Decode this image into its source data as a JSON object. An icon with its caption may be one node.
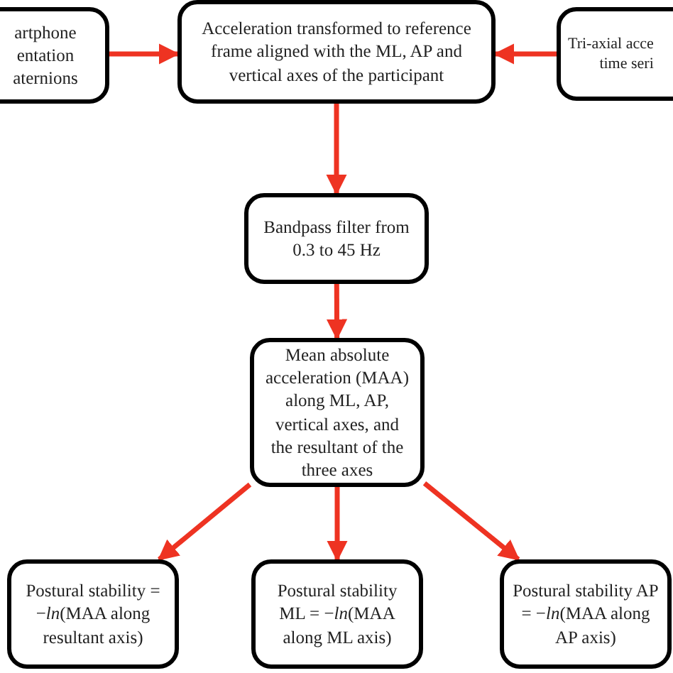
{
  "diagram": {
    "nodes": [
      {
        "text": [
          "artphone entation aternions"
        ]
      },
      {
        "text": [
          "Acceleration transformed to reference frame aligned with the ML, AP and vertical axes of the participant"
        ]
      },
      {
        "text": [
          "Tri-axial acce time seri"
        ]
      },
      {
        "text": [
          "Bandpass filter from 0.3 to 45 Hz"
        ]
      },
      {
        "text": [
          "Mean absolute acceleration (MAA) along ML, AP, vertical axes, and the resultant of the three axes"
        ]
      },
      {
        "text": [
          "Postural stability = −*ln*(MAA along resultant axis)"
        ]
      },
      {
        "text": [
          "Postural stability ML = −*ln*(MAA along ML axis)"
        ]
      },
      {
        "text": [
          "Postural stability AP = −*ln*(MAA along AP axis)"
        ]
      }
    ],
    "edges": [
      {
        "from": 0,
        "to": 1,
        "arrow": "to"
      },
      {
        "from": 2,
        "to": 1,
        "arrow": "to"
      },
      {
        "from": 1,
        "to": 3,
        "arrow": "to"
      },
      {
        "from": 3,
        "to": 4,
        "arrow": "to"
      },
      {
        "from": 4,
        "to": 5,
        "arrow": "to"
      },
      {
        "from": 4,
        "to": 6,
        "arrow": "to"
      },
      {
        "from": 4,
        "to": 7,
        "arrow": "to"
      }
    ]
  }
}
